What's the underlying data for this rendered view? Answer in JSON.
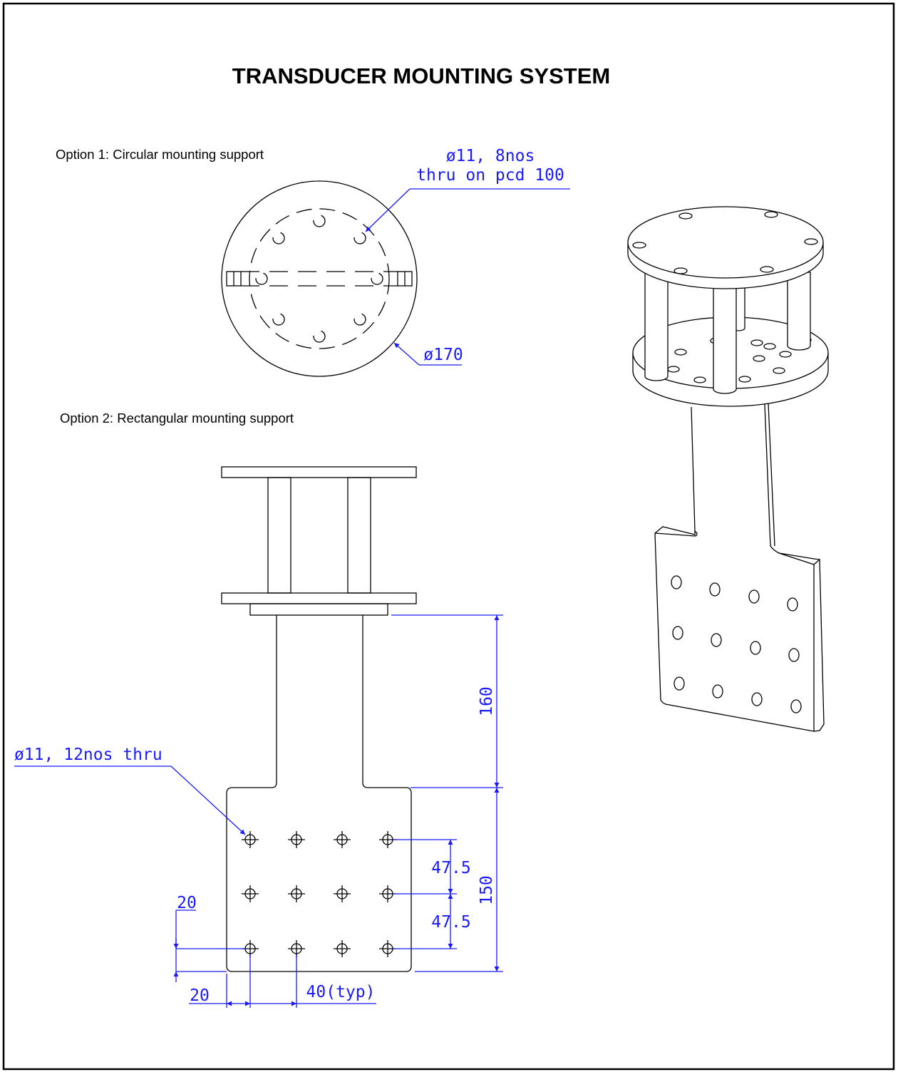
{
  "title": "TRANSDUCER MOUNTING SYSTEM",
  "option1": {
    "caption": "Option 1: Circular mounting support",
    "hole_note_line1": "ø11, 8nos",
    "hole_note_line2": "thru on pcd 100",
    "diameter": "ø170"
  },
  "option2": {
    "caption": "Option 2: Rectangular mounting support",
    "hole_note": "ø11, 12nos thru",
    "dims": {
      "stem_length": "160",
      "plate_height": "150",
      "row_pitch_1": "47.5",
      "row_pitch_2": "47.5",
      "edge_y": "20",
      "edge_x": "20",
      "col_pitch": "40(typ)"
    }
  },
  "colors": {
    "dimension": "#1a1aff",
    "outline": "#000000"
  }
}
